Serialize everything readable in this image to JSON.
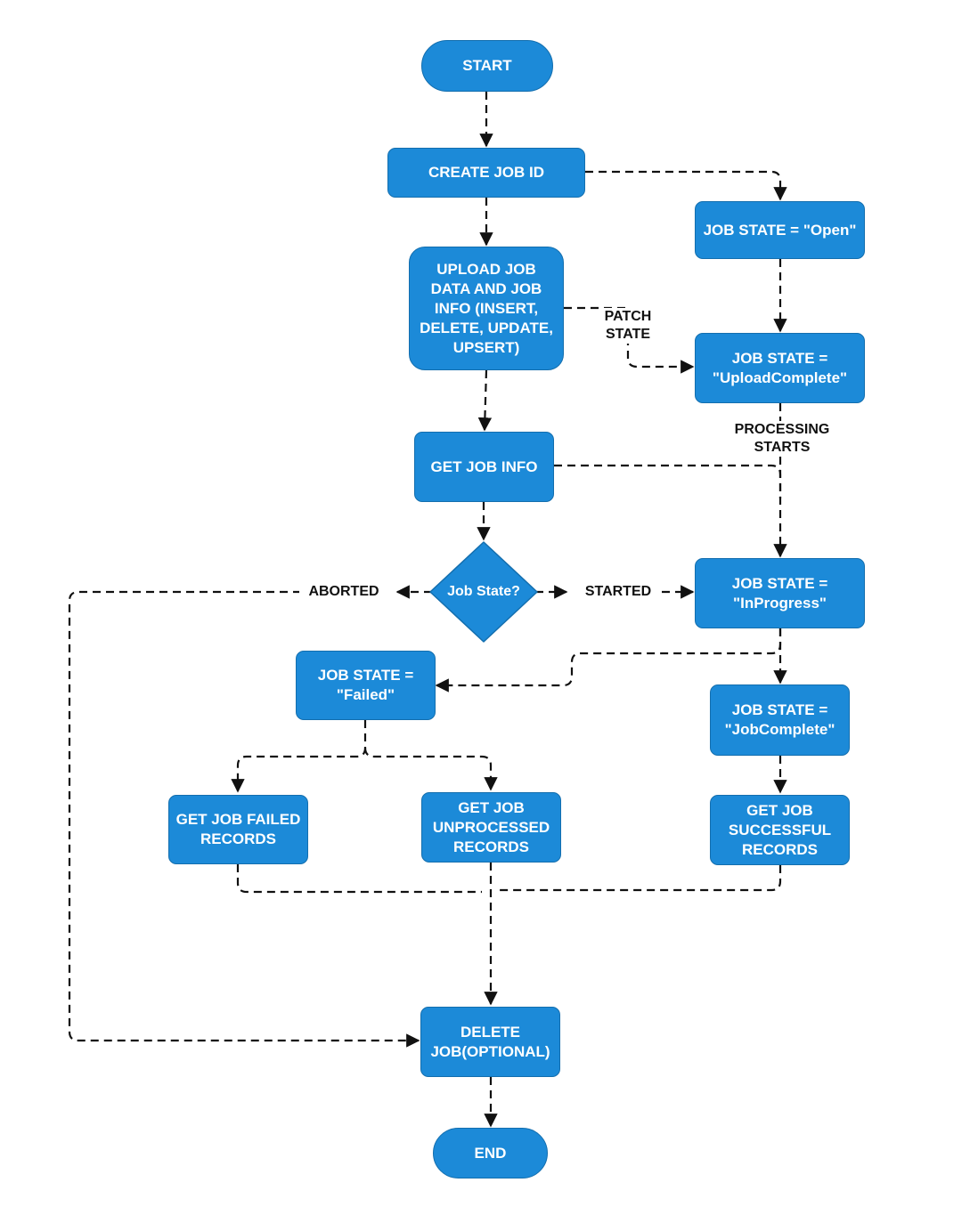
{
  "nodes": {
    "start": "START",
    "create_job_id": "CREATE JOB ID",
    "job_state_open": "JOB STATE = \"Open\"",
    "upload_job_data": "UPLOAD JOB\nDATA AND JOB\nINFO (INSERT,\nDELETE, UPDATE,\nUPSERT)",
    "job_state_upload_complete": "JOB STATE =\n\"UploadComplete\"",
    "get_job_info": "GET JOB INFO",
    "job_state_decision": "Job State?",
    "job_state_in_progress": "JOB STATE =\n\"InProgress\"",
    "job_state_failed": "JOB STATE =\n\"Failed\"",
    "job_state_job_complete": "JOB STATE =\n\"JobComplete\"",
    "get_job_failed_records": "GET JOB FAILED\nRECORDS",
    "get_job_unprocessed_records": "GET JOB\nUNPROCESSED\nRECORDS",
    "get_job_successful_records": "GET JOB\nSUCCESSFUL\nRECORDS",
    "delete_job": "DELETE\nJOB(OPTIONAL)",
    "end": "END"
  },
  "edge_labels": {
    "patch_state": "PATCH\nSTATE",
    "processing_starts": "PROCESSING\nSTARTS",
    "aborted": "ABORTED",
    "started": "STARTED"
  },
  "colors": {
    "node_fill": "#1c8ad8",
    "node_border": "#136eae",
    "node_text": "#ffffff",
    "edge": "#111111"
  }
}
